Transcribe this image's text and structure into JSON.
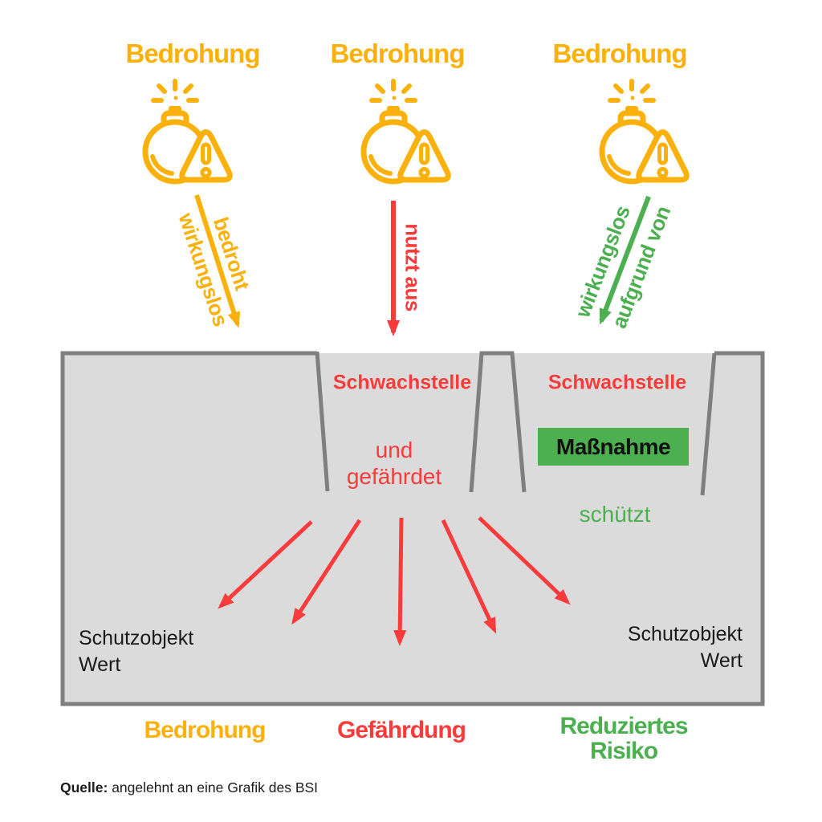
{
  "colors": {
    "orange": "#FBB10C",
    "red": "#FA3B3B",
    "green": "#4CAF50",
    "boxfill": "#DBDBDB",
    "wall": "#7F7F7F"
  },
  "header": {
    "threats": [
      {
        "label": "Bedrohung"
      },
      {
        "label": "Bedrohung"
      },
      {
        "label": "Bedrohung"
      }
    ]
  },
  "arrows": {
    "threat_left": {
      "label_a": "bedroht",
      "label_b": "wirkungslos"
    },
    "threat_middle": {
      "label": "nutzt aus"
    },
    "threat_right": {
      "label_a": "wirkungslos",
      "label_b": "aufgrund von"
    }
  },
  "wall": {
    "schwachstelle_left": "Schwachstelle",
    "schwachstelle_right": "Schwachstelle",
    "und_gefaehrdet": "und\ngefährdet",
    "massnahme": "Maßnahme",
    "schuetzt": "schützt",
    "schutzobjekt_left": {
      "line1": "Schutzobjekt",
      "line2": "Wert"
    },
    "schutzobjekt_right": {
      "line1": "Schutzobjekt",
      "line2": "Wert"
    }
  },
  "footer": {
    "labels": [
      {
        "text": "Bedrohung"
      },
      {
        "text": "Gefährdung"
      },
      {
        "text": "Reduziertes Risiko"
      }
    ]
  },
  "source": {
    "prefix": "Quelle:",
    "text": " angelehnt an eine Grafik des BSI"
  }
}
